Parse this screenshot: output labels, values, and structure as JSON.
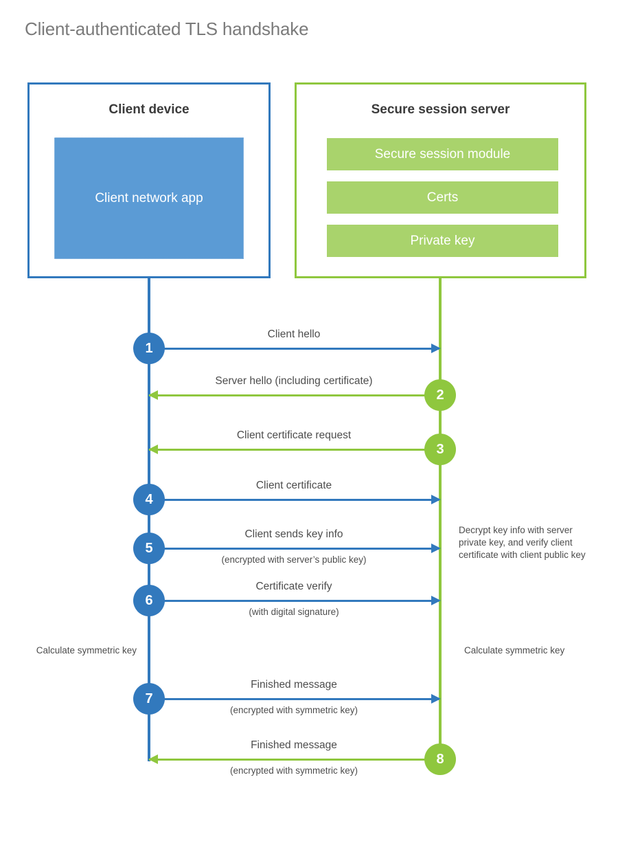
{
  "title": "Client-authenticated TLS handshake",
  "colors": {
    "client_blue": "#3279bd",
    "client_app_fill": "#5b9bd5",
    "server_green": "#8fc73e",
    "server_bar_fill": "#a9d36c",
    "title_grey": "#7b7b7b",
    "text_grey": "#4d4d4d"
  },
  "actors": {
    "client": {
      "title": "Client device",
      "app_label": "Client network app"
    },
    "server": {
      "title": "Secure session server",
      "modules": [
        {
          "label": "Secure session module"
        },
        {
          "label": "Certs"
        },
        {
          "label": "Private key"
        }
      ]
    }
  },
  "messages": [
    {
      "step": "1",
      "label": "Client hello",
      "sublabel": "",
      "direction": "client-to-server"
    },
    {
      "step": "2",
      "label": "Server hello (including certificate)",
      "sublabel": "",
      "direction": "server-to-client"
    },
    {
      "step": "3",
      "label": "Client certificate request",
      "sublabel": "",
      "direction": "server-to-client"
    },
    {
      "step": "4",
      "label": "Client certificate",
      "sublabel": "",
      "direction": "client-to-server"
    },
    {
      "step": "5",
      "label": "Client sends key info",
      "sublabel": "(encrypted with server’s public key)",
      "direction": "client-to-server"
    },
    {
      "step": "6",
      "label": "Certificate verify",
      "sublabel": "(with digital signature)",
      "direction": "client-to-server"
    },
    {
      "step": "7",
      "label": "Finished message",
      "sublabel": "(encrypted with symmetric key)",
      "direction": "client-to-server"
    },
    {
      "step": "8",
      "label": "Finished message",
      "sublabel": "(encrypted with symmetric key)",
      "direction": "server-to-client"
    }
  ],
  "annotations": {
    "decrypt_note": "Decrypt key info with server private key, and verify client certificate with client public key",
    "calculate_client": "Calculate symmetric key",
    "calculate_server": "Calculate symmetric key"
  }
}
